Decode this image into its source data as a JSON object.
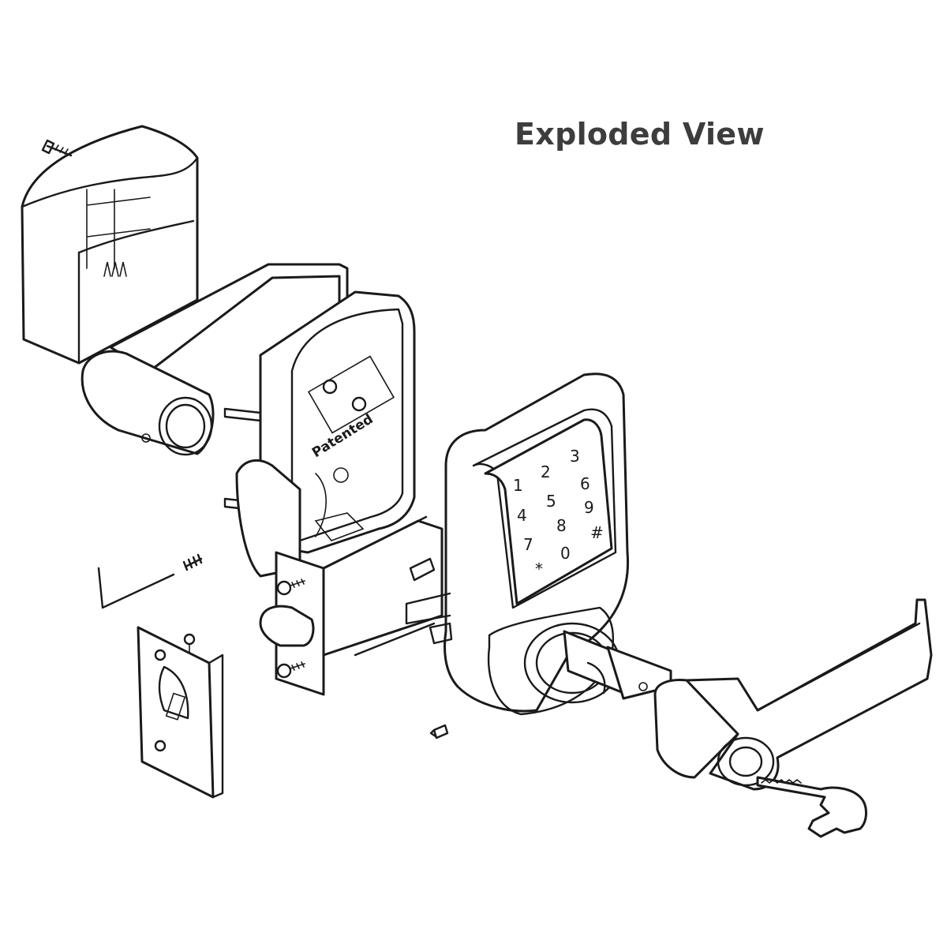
{
  "title": "Exploded View",
  "housing_label": "Patented",
  "keypad": {
    "keys": [
      "1",
      "2",
      "3",
      "4",
      "5",
      "6",
      "7",
      "8",
      "9",
      "*",
      "0",
      "#"
    ]
  },
  "icons": {
    "battery_cover": "battery-cover-icon",
    "interior_lever": "interior-lever-icon",
    "mounting_plate": "mounting-plate-icon",
    "keypad_unit": "keypad-unit-icon",
    "exterior_lever": "exterior-lever-icon",
    "key": "key-icon",
    "hex_wrench": "hex-wrench-icon",
    "strike_plate": "strike-plate-icon",
    "latch": "latch-icon"
  }
}
